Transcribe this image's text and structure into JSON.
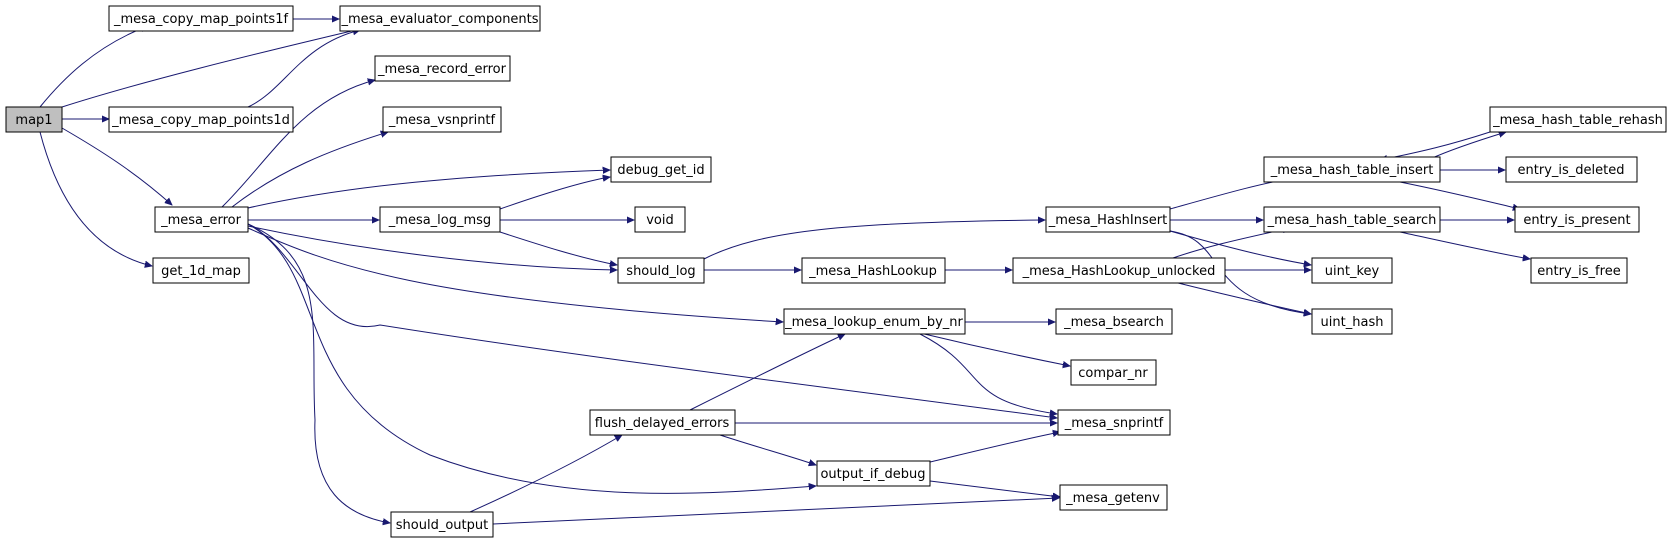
{
  "colors": {
    "node_fill": "#ffffff",
    "root_fill": "#bfbfbf",
    "node_border": "#000000",
    "edge": "#191970"
  },
  "nodes": {
    "map1": "map1",
    "copy_map_points1f": "_mesa_copy_map_points1f",
    "evaluator_components": "_mesa_evaluator_components",
    "record_error": "_mesa_record_error",
    "vsnprintf": "_mesa_vsnprintf",
    "copy_map_points1d": "_mesa_copy_map_points1d",
    "debug_get_id": "debug_get_id",
    "mesa_error": "_mesa_error",
    "log_msg": "_mesa_log_msg",
    "void": "void",
    "get_1d_map": "get_1d_map",
    "should_log": "should_log",
    "hash_insert": "_mesa_HashInsert",
    "hash_lookup": "_mesa_HashLookup",
    "hash_lookup_unlocked": "_mesa_HashLookup_unlocked",
    "hash_table_insert": "_mesa_hash_table_insert",
    "hash_table_rehash": "_mesa_hash_table_rehash",
    "entry_is_deleted": "entry_is_deleted",
    "hash_table_search": "_mesa_hash_table_search",
    "entry_is_present": "entry_is_present",
    "uint_key": "uint_key",
    "entry_is_free": "entry_is_free",
    "uint_hash": "uint_hash",
    "lookup_enum_by_nr": "_mesa_lookup_enum_by_nr",
    "bsearch": "_mesa_bsearch",
    "compar_nr": "compar_nr",
    "flush_delayed_errors": "flush_delayed_errors",
    "snprintf": "_mesa_snprintf",
    "output_if_debug": "output_if_debug",
    "getenv": "_mesa_getenv",
    "should_output": "should_output"
  }
}
